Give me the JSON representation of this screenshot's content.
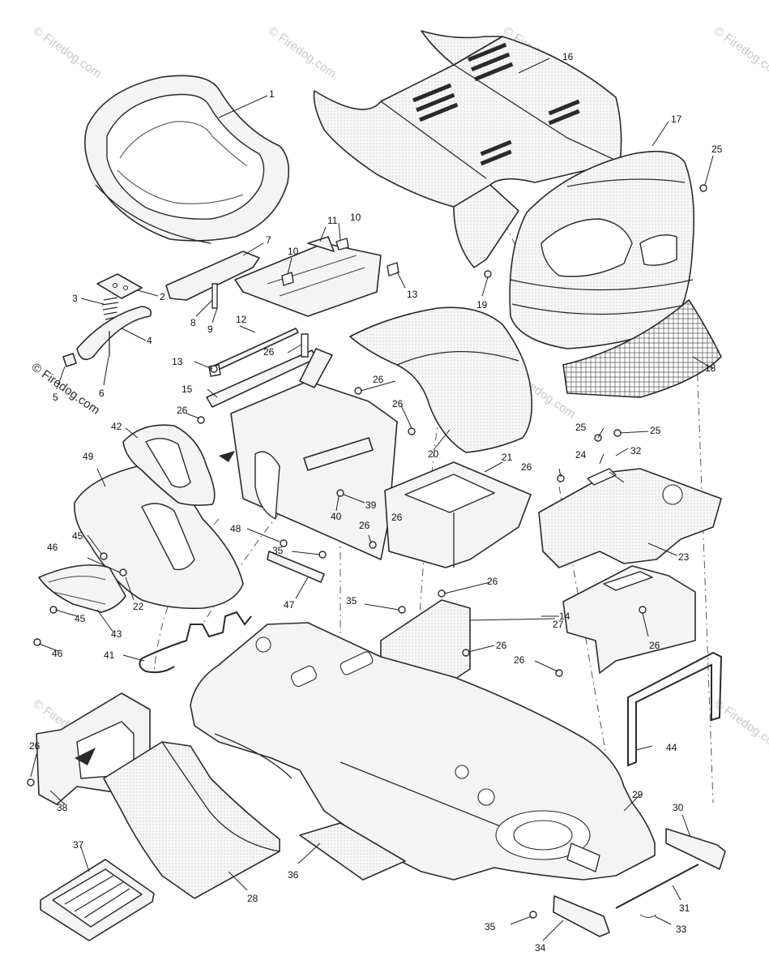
{
  "watermark": {
    "text": "© Firedog.com"
  },
  "callouts": {
    "c1": "1",
    "c2": "2",
    "c3": "3",
    "c4": "4",
    "c5": "5",
    "c6": "6",
    "c7": "7",
    "c8": "8",
    "c9": "9",
    "c10a": "10",
    "c10b": "10",
    "c11": "11",
    "c12": "12",
    "c13a": "13",
    "c13b": "13",
    "c14": "14",
    "c15": "15",
    "c16": "16",
    "c17": "17",
    "c18": "18",
    "c19": "19",
    "c20": "20",
    "c21": "21",
    "c22": "22",
    "c23": "23",
    "c24": "24",
    "c25a": "25",
    "c25b": "25",
    "c25c": "25",
    "c26a": "26",
    "c26b": "26",
    "c26c": "26",
    "c26d": "26",
    "c26e": "26",
    "c26f": "26",
    "c26g": "26",
    "c26h": "26",
    "c26i": "26",
    "c26j": "26",
    "c26k": "26",
    "c26l": "26",
    "c27": "27",
    "c28": "28",
    "c29": "29",
    "c30": "30",
    "c31": "31",
    "c32": "32",
    "c33": "33",
    "c34": "34",
    "c35a": "35",
    "c35b": "35",
    "c35c": "35",
    "c36": "36",
    "c37": "37",
    "c38": "38",
    "c39": "39",
    "c40": "40",
    "c41": "41",
    "c42": "42",
    "c43": "43",
    "c44": "44",
    "c45a": "45",
    "c45b": "45",
    "c46a": "46",
    "c46b": "46",
    "c47": "47",
    "c48": "48",
    "c49": "49"
  }
}
